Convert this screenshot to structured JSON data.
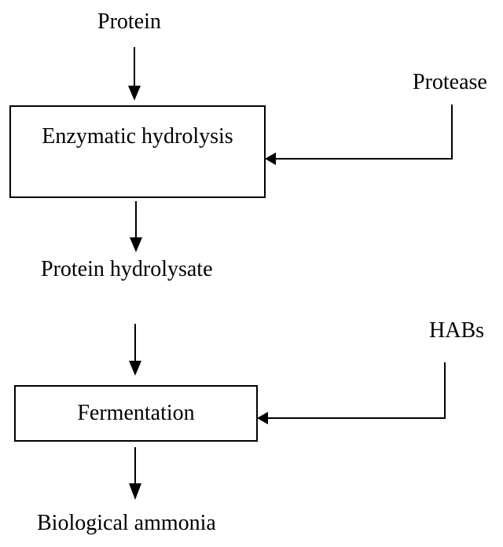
{
  "diagram": {
    "type": "flowchart",
    "background_color": "#ffffff",
    "line_color": "#000000",
    "nodes": {
      "protein": {
        "label": "Protein",
        "kind": "text"
      },
      "protease": {
        "label": "Protease",
        "kind": "text"
      },
      "enzymatic_hydrolysis": {
        "label": "Enzymatic hydrolysis",
        "kind": "box"
      },
      "protein_hydrolysate": {
        "label": "Protein hydrolysate",
        "kind": "text"
      },
      "habs": {
        "label": "HABs",
        "kind": "text"
      },
      "fermentation": {
        "label": "Fermentation",
        "kind": "box"
      },
      "biological_ammonia": {
        "label": "Biological ammonia",
        "kind": "text"
      }
    },
    "edges": [
      {
        "from": "protein",
        "to": "enzymatic_hydrolysis",
        "direction": "down"
      },
      {
        "from": "protease",
        "to": "enzymatic_hydrolysis",
        "direction": "left"
      },
      {
        "from": "enzymatic_hydrolysis",
        "to": "protein_hydrolysate",
        "direction": "down"
      },
      {
        "from": "protein_hydrolysate",
        "to": "fermentation",
        "direction": "down"
      },
      {
        "from": "habs",
        "to": "fermentation",
        "direction": "left"
      },
      {
        "from": "fermentation",
        "to": "biological_ammonia",
        "direction": "down"
      }
    ]
  }
}
